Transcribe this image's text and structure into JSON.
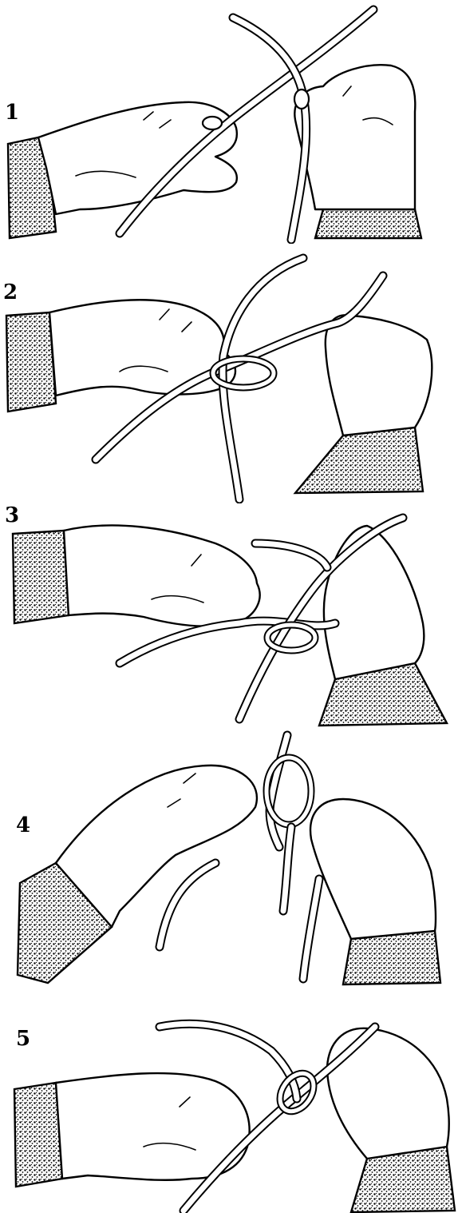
{
  "steps": [
    {
      "label": "1"
    },
    {
      "label": "2"
    },
    {
      "label": "3"
    },
    {
      "label": "4"
    },
    {
      "label": "5"
    }
  ]
}
